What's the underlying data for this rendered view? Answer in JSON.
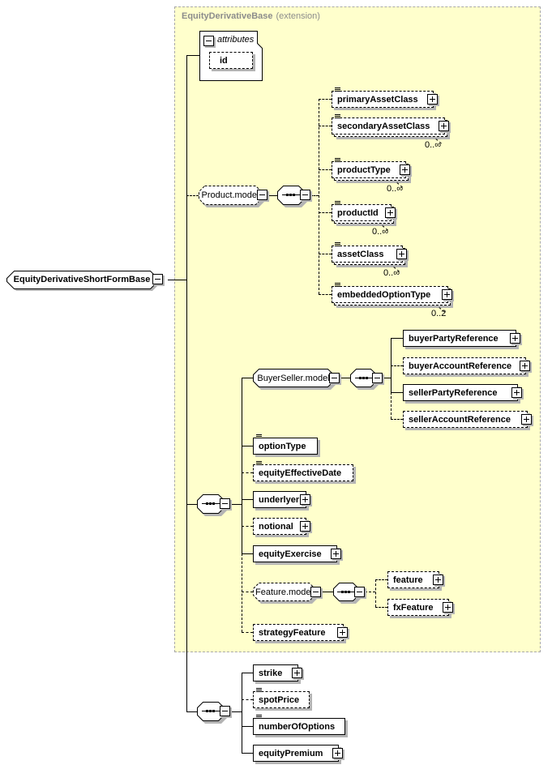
{
  "container": {
    "title": "EquityDerivativeBase",
    "subtitle": "(extension)",
    "fill_color": "#FFFFCC",
    "border_color": "#A8A8A8",
    "header_text_color": "#8C8C8C"
  },
  "root": {
    "label": "EquityDerivativeShortFormBase"
  },
  "attributes": {
    "label": "attributes",
    "items": {
      "id": {
        "label": "id"
      }
    }
  },
  "groups": {
    "product_model": {
      "label": "Product.model"
    },
    "buyerseller_model": {
      "label": "BuyerSeller.model"
    },
    "feature_model": {
      "label": "Feature.model"
    }
  },
  "elements": {
    "primaryAssetClass": {
      "label": "primaryAssetClass"
    },
    "secondaryAssetClass": {
      "label": "secondaryAssetClass",
      "cardinality": "0..∞"
    },
    "productType": {
      "label": "productType",
      "cardinality": "0..∞"
    },
    "productId": {
      "label": "productId",
      "cardinality": "0..∞"
    },
    "assetClass": {
      "label": "assetClass",
      "cardinality": "0..∞"
    },
    "embeddedOptionType": {
      "label": "embeddedOptionType",
      "cardinality": "0..2"
    },
    "buyerPartyReference": {
      "label": "buyerPartyReference"
    },
    "buyerAccountReference": {
      "label": "buyerAccountReference"
    },
    "sellerPartyReference": {
      "label": "sellerPartyReference"
    },
    "sellerAccountReference": {
      "label": "sellerAccountReference"
    },
    "optionType": {
      "label": "optionType"
    },
    "equityEffectiveDate": {
      "label": "equityEffectiveDate"
    },
    "underlyer": {
      "label": "underlyer"
    },
    "notional": {
      "label": "notional"
    },
    "equityExercise": {
      "label": "equityExercise"
    },
    "feature": {
      "label": "feature"
    },
    "fxFeature": {
      "label": "fxFeature"
    },
    "strategyFeature": {
      "label": "strategyFeature"
    },
    "strike": {
      "label": "strike"
    },
    "spotPrice": {
      "label": "spotPrice"
    },
    "numberOfOptions": {
      "label": "numberOfOptions"
    },
    "equityPremium": {
      "label": "equityPremium"
    }
  },
  "icons": {
    "collapse-icon": "−",
    "expand-icon": "+",
    "sequence-icon": "—▪▪▪—",
    "content-model-icon": "≡"
  },
  "colors": {
    "box_fill": "#FFFFFF",
    "box_border": "#000000",
    "shadow": "#B4B4B4",
    "text": "#000000"
  }
}
